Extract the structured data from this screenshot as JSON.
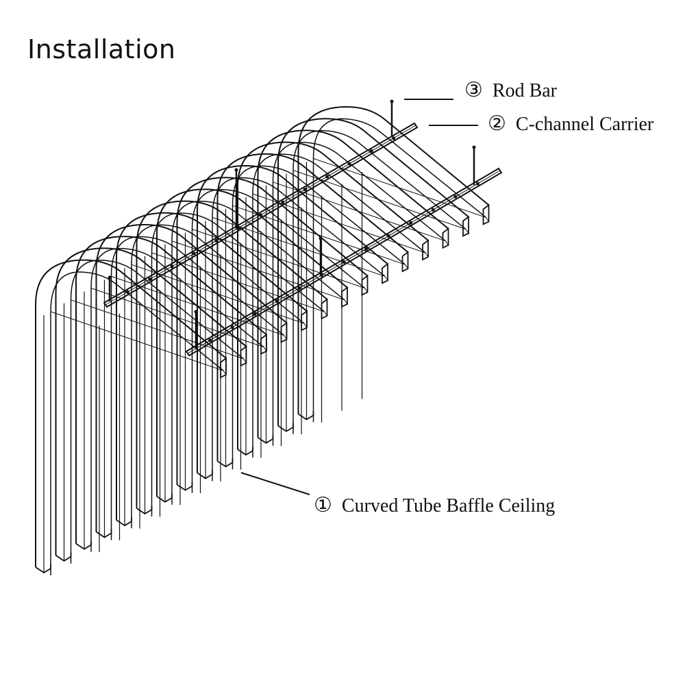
{
  "title": "Installation",
  "labels": [
    {
      "number": "③",
      "text": "Rod Bar"
    },
    {
      "number": "②",
      "text": "C-channel Carrier"
    },
    {
      "number": "①",
      "text": "Curved Tube Baffle Ceiling"
    }
  ],
  "diagram": {
    "type": "isometric installation drawing",
    "components": [
      "Curved Tube Baffle Ceiling",
      "C-channel Carrier",
      "Rod Bar"
    ],
    "baffle_count": 14,
    "carrier_count": 2,
    "rod_count": 6,
    "line_color": "#111111",
    "background": "#ffffff"
  }
}
